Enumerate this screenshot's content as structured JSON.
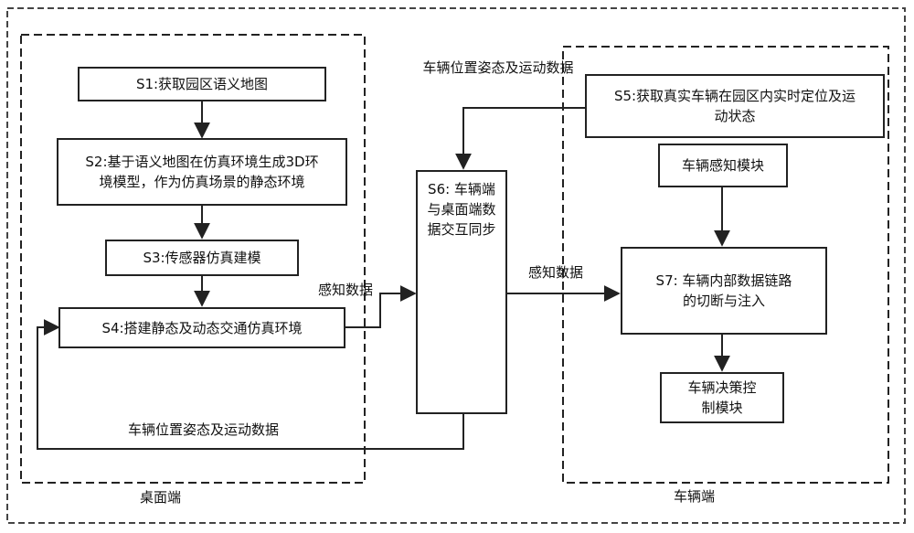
{
  "regions": {
    "desktop": "桌面端",
    "vehicle": "车辆端"
  },
  "steps": {
    "s1": "S1:获取园区语义地图",
    "s2": "S2:基于语义地图在仿真环境生成3D环境模型，作为仿真场景的静态环境",
    "s3": "S3:传感器仿真建模",
    "s4": "S4:搭建静态及动态交通仿真环境",
    "s5": "S5:获取真实车辆在园区内实时定位及运动状态",
    "s6": "S6: 车辆端与桌面端数据交互同步",
    "s7": "S7: 车辆内部数据链路的切断与注入"
  },
  "modules": {
    "perception": "车辆感知模块",
    "decision": "车辆决策控制模块"
  },
  "edge_labels": {
    "pose_top": "车辆位置姿态及运动数据",
    "perception_left": "感知数据",
    "perception_right": "感知数据",
    "pose_bottom": "车辆位置姿态及运动数据"
  }
}
